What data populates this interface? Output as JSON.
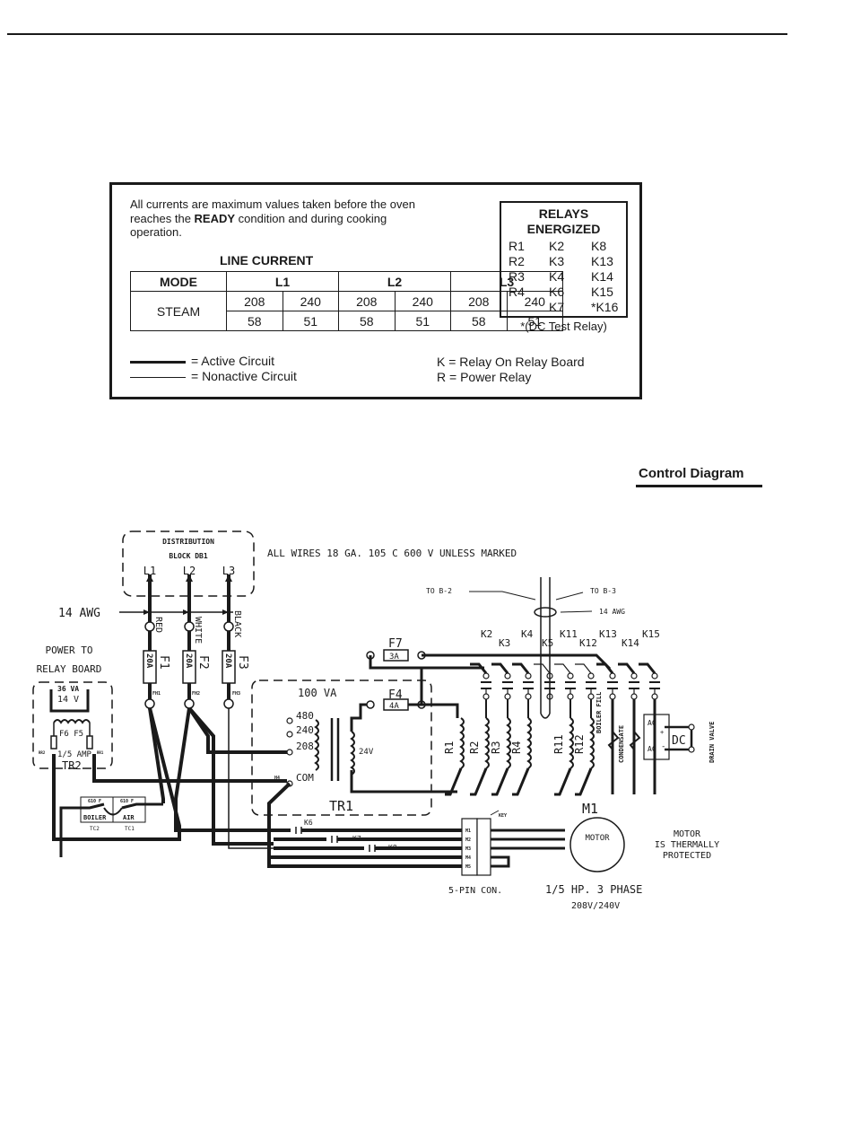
{
  "header": {
    "rule": "page-top-rule"
  },
  "legend": {
    "intro_pre": "All currents are maximum values taken before the oven reaches the ",
    "intro_bold": "READY",
    "intro_post": " condition and during cooking operation.",
    "line_current_title": "LINE CURRENT",
    "table": {
      "mode_header": "MODE",
      "line_headers": [
        "L1",
        "L2",
        "L3"
      ],
      "mode": "STEAM",
      "voltages": [
        "208",
        "240",
        "208",
        "240",
        "208",
        "240"
      ],
      "currents": [
        "58",
        "51",
        "58",
        "51",
        "58",
        "51"
      ]
    },
    "active_label": "=  Active Circuit",
    "nonactive_label": "=  Nonactive Circuit",
    "relays": {
      "title1": "RELAYS",
      "title2": "ENERGIZED",
      "col1": [
        "R1",
        "R2",
        "R3",
        "R4",
        ""
      ],
      "col2": [
        "K2",
        "K3",
        "K4",
        "K6",
        "K7"
      ],
      "col3": [
        "K8",
        "K13",
        "K14",
        "K15",
        "*K16"
      ],
      "note": "*(DC Test Relay)"
    },
    "key_k": "K = Relay On Relay Board",
    "key_r": "R = Power Relay"
  },
  "section_title": "Control Diagram",
  "diagram": {
    "dist_block_1": "DISTRIBUTION",
    "dist_block_2": "BLOCK DB1",
    "lines": [
      "L1",
      "L2",
      "L3"
    ],
    "wire_note": "ALL WIRES 18 GA. 105 C 600 V UNLESS MARKED",
    "awg_left": "14 AWG",
    "wire_colors": [
      "RED",
      "WHITE",
      "BLACK"
    ],
    "fuses": [
      {
        "name": "F1",
        "rating": "20A"
      },
      {
        "name": "F2",
        "rating": "20A"
      },
      {
        "name": "F3",
        "rating": "20A"
      }
    ],
    "fuse_terms": [
      "FH1",
      "FH2",
      "FH3"
    ],
    "power_to_1": "POWER TO",
    "power_to_2": "RELAY BOARD",
    "tr2_va": "36 VA",
    "tr2_v": "14 V",
    "tr2_fuses": "F6  F5",
    "tr2_amp": "1/5 AMP",
    "tr2_label": "TR2",
    "tr2_terms": [
      "RR2",
      "RR1"
    ],
    "tc2_temp": "610 F",
    "tc1_temp": "610 F",
    "tc2_name": "BOILER",
    "tc1_name": "AIR",
    "tc2_label": "TC2",
    "tc1_label": "TC1",
    "tr1_va": "100 VA",
    "tr1_taps": [
      "480",
      "240",
      "208",
      "COM"
    ],
    "tr1_h4": "H4",
    "tr1_secondary": "24V",
    "tr1_label": "TR1",
    "f4": {
      "name": "F4",
      "rating": "4A"
    },
    "f7": {
      "name": "F7",
      "rating": "3A"
    },
    "to_b2": "TO B-2",
    "to_b3": "TO B-3",
    "awg_right": "14 AWG",
    "relay_labels_top": [
      "K2",
      "K4",
      "K11",
      "K13",
      "K15"
    ],
    "relay_labels_bottom": [
      "K3",
      "K5",
      "K12",
      "K14"
    ],
    "coils": [
      "R1",
      "R2",
      "R3",
      "R4",
      "R11",
      "R12"
    ],
    "boiler_fill": "BOILER FILL",
    "condensate": "CONDENSATE",
    "dc_box": {
      "ac1": "AC",
      "ac2": "AC",
      "plus": "+",
      "minus": "-",
      "dc": "DC"
    },
    "drain_valve": "DRAIN VALVE",
    "motor_relays": [
      "K6",
      "K7",
      "K8"
    ],
    "key_label": "KEY",
    "pin_labels": [
      "M1",
      "M2",
      "M3",
      "M4",
      "M5"
    ],
    "connector_label": "5-PIN CON.",
    "motor_id": "M1",
    "motor_text": "MOTOR",
    "motor_note": [
      "MOTOR",
      "IS THERMALLY",
      "PROTECTED"
    ],
    "motor_spec": "1/5 HP. 3 PHASE",
    "motor_voltage": "208V/240V"
  }
}
